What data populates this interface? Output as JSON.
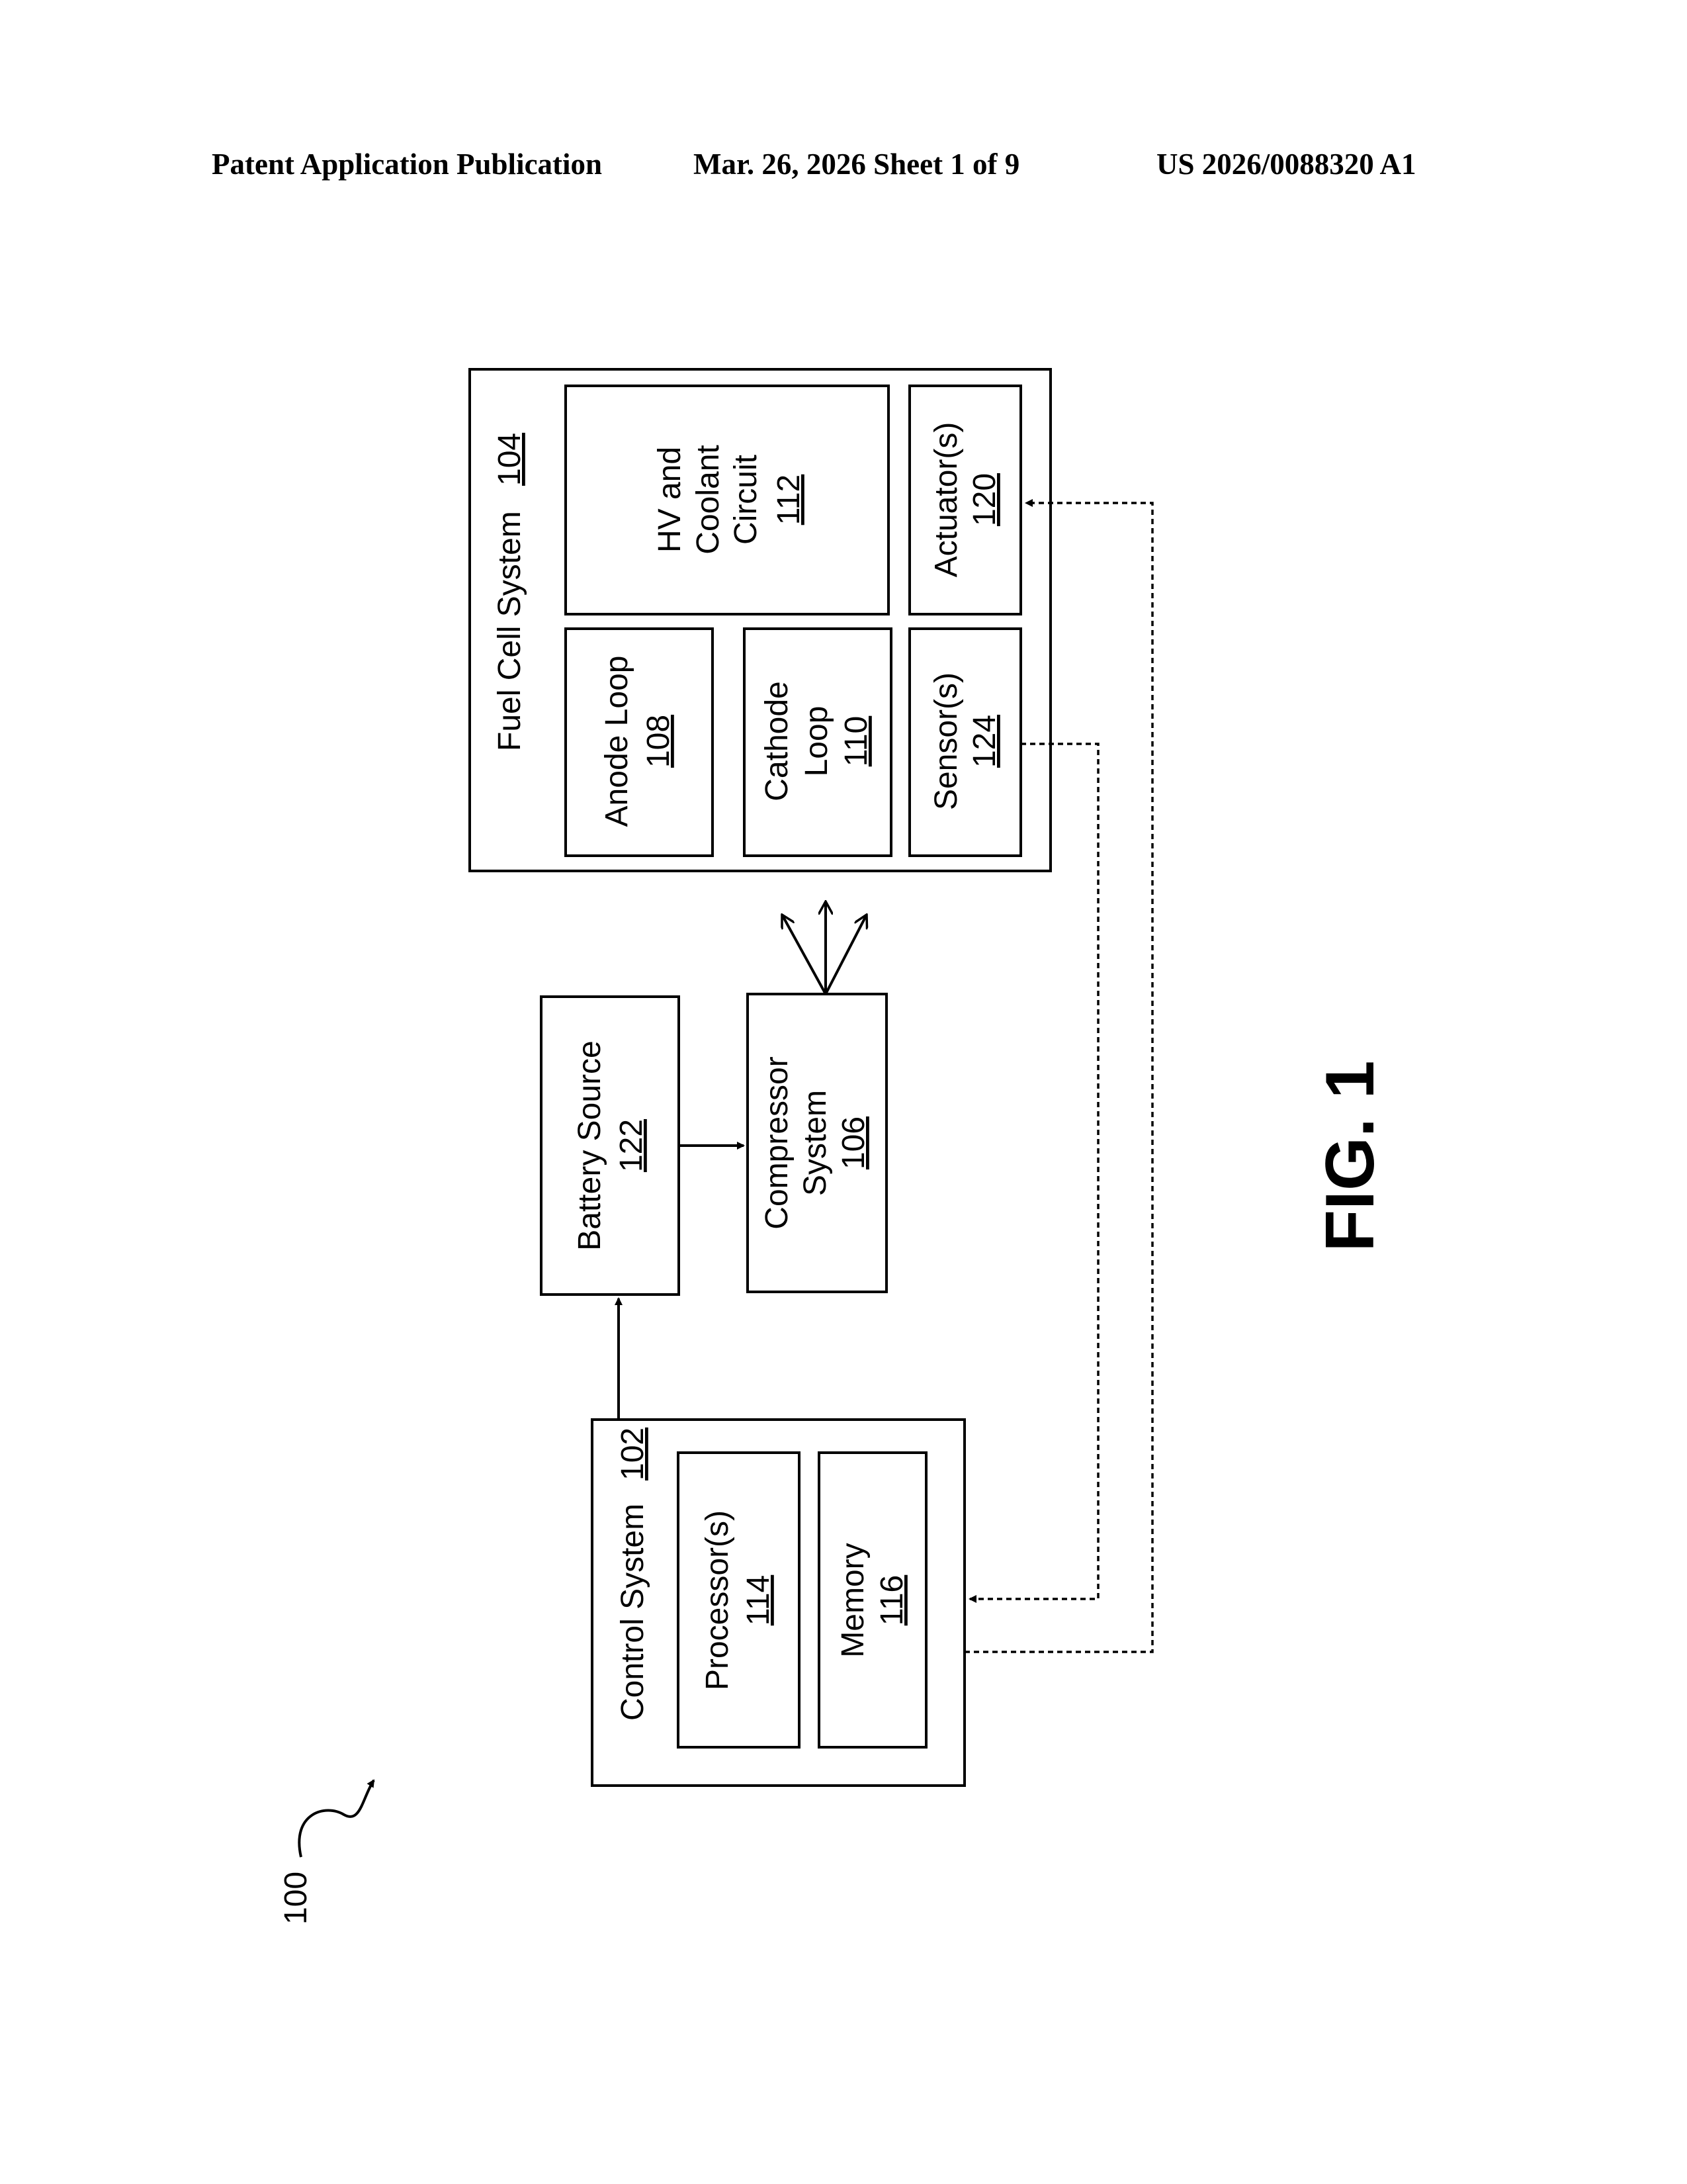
{
  "header": {
    "publication": "Patent Application Publication",
    "date_sheet": "Mar. 26, 2026  Sheet 1 of 9",
    "number": "US 2026/0088320 A1"
  },
  "figure": {
    "label": "FIG. 1",
    "ref": "100",
    "fuel_cell_system": {
      "title": "Fuel Cell System",
      "ref": "104"
    },
    "hv_coolant": {
      "line1": "HV and",
      "line2": "Coolant",
      "line3": "Circuit",
      "ref": "112"
    },
    "anode_loop": {
      "title": "Anode Loop",
      "ref": "108"
    },
    "cathode_loop": {
      "line1": "Cathode",
      "line2": "Loop",
      "ref": "110"
    },
    "sensors": {
      "title": "Sensor(s)",
      "ref": "124"
    },
    "actuators": {
      "title": "Actuator(s)",
      "ref": "120"
    },
    "battery_source": {
      "title": "Battery Source",
      "ref": "122"
    },
    "compressor_system": {
      "line1": "Compressor",
      "line2": "System",
      "ref": "106"
    },
    "control_system": {
      "title": "Control System",
      "ref": "102"
    },
    "processors": {
      "title": "Processor(s)",
      "ref": "114"
    },
    "memory": {
      "title": "Memory",
      "ref": "116"
    }
  }
}
